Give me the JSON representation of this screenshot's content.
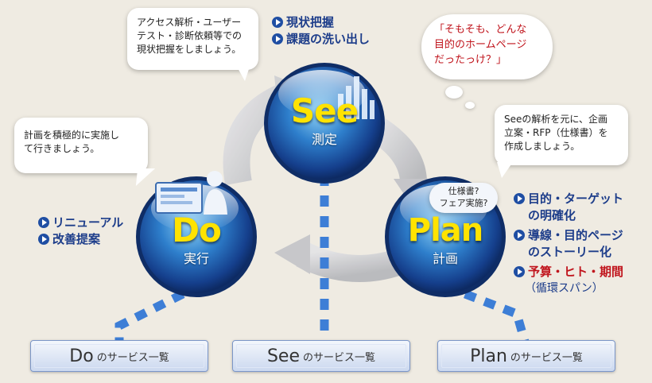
{
  "see": {
    "big": "See",
    "sub": "測定",
    "bubble": [
      "アクセス解析・ユーザー",
      "テスト・診断依頼等での",
      "現状把握をしましょう。"
    ],
    "bullets": [
      "現状把握",
      "課題の洗い出し"
    ]
  },
  "thought": [
    "「そもそも、どんな",
    "目的のホームページ",
    "だったっけ？」"
  ],
  "plan": {
    "big": "Plan",
    "sub": "計画",
    "bubble": [
      "Seeの解析を元に、企画",
      "立案・RFP（仕様書）を",
      "作成しましょう。"
    ],
    "tag": [
      "仕様書?",
      "フェア実施?"
    ],
    "bullets": [
      {
        "line1": "目的・ターゲット",
        "line2": "の明確化"
      },
      {
        "line1": "導線・目的ページ",
        "line2": "のストーリー化"
      }
    ],
    "bullet_red": "予算・ヒト・期間",
    "bullet_note": "（循環スパン）"
  },
  "do": {
    "big": "Do",
    "sub": "実行",
    "bubble": [
      "計画を積極的に実施し",
      "て行きましょう。"
    ],
    "bullets": [
      "リニューアル",
      "改善提案"
    ]
  },
  "buttons": [
    {
      "big": "Do",
      "small": "のサービス一覧"
    },
    {
      "big": "See",
      "small": "のサービス一覧"
    },
    {
      "big": "Plan",
      "small": "のサービス一覧"
    }
  ],
  "colors": {
    "accent_red": "#c0141c",
    "navy": "#1d3d8a",
    "yellow": "#ffe300"
  }
}
